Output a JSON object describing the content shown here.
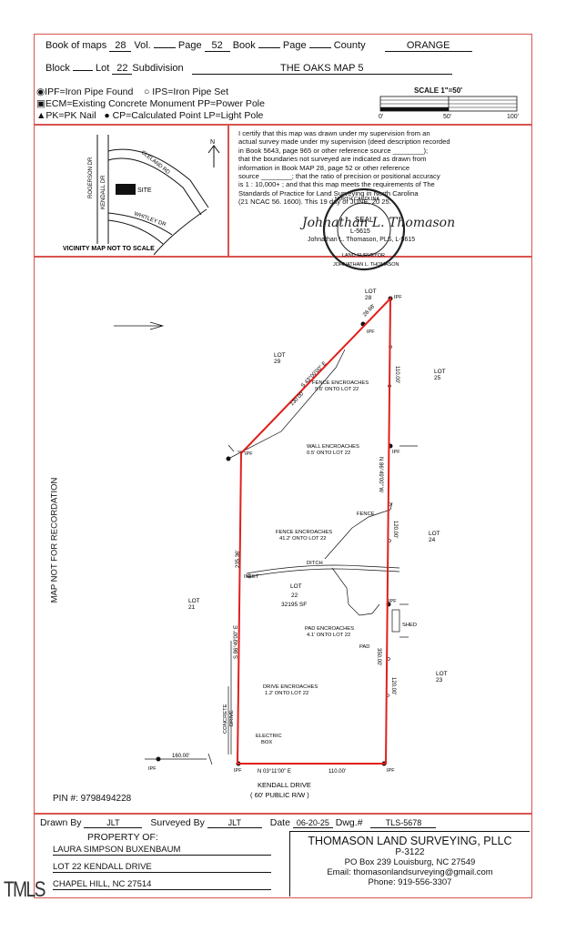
{
  "header": {
    "book_of_maps_label": "Book of maps",
    "book_of_maps": "28",
    "vol_label": "Vol.",
    "vol": "",
    "page_label": "Page",
    "page": "52",
    "book_label": "Book",
    "book": "",
    "page2_label": "Page",
    "page2": "",
    "county_label": "County",
    "county": "ORANGE",
    "block_label": "Block",
    "block": "",
    "lot_label": "Lot",
    "lot": "22",
    "subdivision_label": "Subdivision",
    "subdivision": "THE OAKS MAP 5"
  },
  "legend": {
    "line1a": "IPF=Iron Pipe Found",
    "line1b": "IPS=Iron Pipe Set",
    "line2": "ECM=Existing Concrete Monument   PP=Power Pole",
    "line3a": "PK=PK Nail",
    "line3b": "CP=Calculated Point   LP=Light Pole"
  },
  "scale": {
    "title": "SCALE 1\"=50'",
    "t0": "0'",
    "t1": "50'",
    "t2": "100'"
  },
  "vicinity": {
    "caption": "VICINITY MAP   NOT TO SCALE",
    "roads": [
      "ROGERSON DR",
      "KENDALL DR",
      "CLELAND RD",
      "WHITLEY DR"
    ],
    "site": "SITE",
    "north": "N"
  },
  "certification": {
    "l1": "I certify that this map was drawn under my supervision from an",
    "l2": "actual survey made under my supervision (deed description recorded",
    "l3": "in Book 5643, page 965 or other reference source ________);",
    "l4": "that the boundaries not surveyed are indicated as drawn from",
    "l5": "information in Book MAP 28, page 52 or other reference",
    "l6": "source ________; that the ratio of precision or positional accuracy",
    "l7": "is 1 : 10,000+ ; and that this map meets the requirements of The",
    "l8": "Standards of Practice for Land Surveying in North Carolina",
    "l9": "(21 NCAC 56. 1600). This 19 day of JUNE, 20 25.",
    "seal": "SEAL",
    "seal_no": "L-5615",
    "seal_ring_top": "NORTH CAROLINA",
    "seal_ring_mid": "LAND SURVEYOR",
    "seal_ring_bottom": "JOHNATHAN L. THOMASON",
    "signature": "Johnathan L. Thomason",
    "signer": "Johnathan L. Thomason, PLS, L-5615"
  },
  "side_note": "MAP NOT FOR RECORDATION",
  "survey": {
    "lot28": "LOT\n28",
    "lot29": "LOT\n29",
    "lot25": "LOT\n25",
    "lot24": "LOT\n24",
    "lot23": "LOT\n23",
    "lot21": "LOT\n21",
    "lot22": "LOT",
    "lot22_num": "22",
    "lot22_area": "32195 SF",
    "ipf": "IPF",
    "brg_top": "S 43°00'00\" E",
    "dist_top1": "28.68'",
    "dist_top2": "130.00'",
    "brg_right": "N 86°49'00\" W",
    "dist_r1": "110.00'",
    "dist_r2": "120.00'",
    "dist_r3": "350.00'",
    "dist_r4": "120.00'",
    "brg_left": "S 86°49'00\" E",
    "dist_left": "235.36'",
    "brg_bottom": "N 03°11'00\" E",
    "dist_bottom": "110.00'",
    "dist_ext": "160.00'",
    "fence1": "FENCE ENCROACHES",
    "fence1b": "9.6' ONTO LOT 22",
    "wall": "WALL ENCROACHES",
    "wallb": "0.5' ONTO LOT 22",
    "fence_label": "FENCE",
    "fence2": "FENCE ENCROACHES",
    "fence2b": "41.2' ONTO LOT 22",
    "ditch": "DITCH",
    "inlet": "INLET",
    "pad1": "PAD ENCROACHES",
    "pad1b": "4.1' ONTO LOT 22",
    "pad": "PAD",
    "shed": "SHED",
    "drive1": "DRIVE ENCROACHES",
    "drive1b": "1.2' ONTO LOT 22",
    "concrete": "CONCRETE",
    "drive": "DRIVE",
    "electric": "ELECTRIC",
    "box": "BOX",
    "road": "KENDALL DRIVE",
    "road_rw": "( 60' PUBLIC R/W )"
  },
  "pin_label": "PIN #:",
  "pin": "9798494228",
  "footer": {
    "drawn_by_label": "Drawn By",
    "drawn_by": "JLT",
    "surveyed_by_label": "Surveyed By",
    "surveyed_by": "JLT",
    "date_label": "Date",
    "date": "06-20-25",
    "dwg_label": "Dwg.#",
    "dwg": "TLS-5678",
    "property_of": "PROPERTY OF:",
    "owner": "LAURA SIMPSON BUXENBAUM",
    "address1": "LOT 22 KENDALL DRIVE",
    "address2": "CHAPEL HILL, NC 27514",
    "company": "THOMASON LAND SURVEYING, PLLC",
    "license": "P-3122",
    "po": "PO Box 239 Louisburg, NC 27549",
    "email": "Email: thomasonlandsurveying@gmail.com",
    "phone": "Phone: 919-556-3307"
  },
  "watermark": "TMLS",
  "colors": {
    "frame": "#d9534f",
    "boundary": "#e0201c",
    "ink": "#111111"
  }
}
